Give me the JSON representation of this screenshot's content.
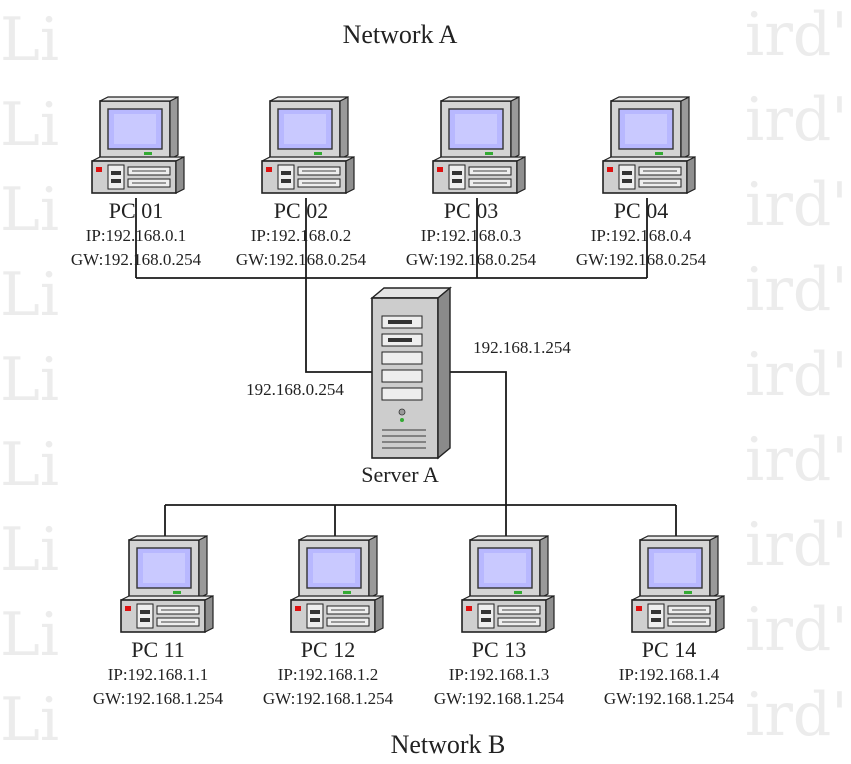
{
  "network_a": {
    "title": "Network A",
    "pcs": [
      {
        "name": "PC 01",
        "ip": "IP:192.168.0.1",
        "gw": "GW:192.168.0.254"
      },
      {
        "name": "PC 02",
        "ip": "IP:192.168.0.2",
        "gw": "GW:192.168.0.254"
      },
      {
        "name": "PC 03",
        "ip": "IP:192.168.0.3",
        "gw": "GW:192.168.0.254"
      },
      {
        "name": "PC 04",
        "ip": "IP:192.168.0.4",
        "gw": "GW:192.168.0.254"
      }
    ]
  },
  "network_b": {
    "title": "Network B",
    "pcs": [
      {
        "name": "PC 11",
        "ip": "IP:192.168.1.1",
        "gw": "GW:192.168.1.254"
      },
      {
        "name": "PC 12",
        "ip": "IP:192.168.1.2",
        "gw": "GW:192.168.1.254"
      },
      {
        "name": "PC 13",
        "ip": "IP:192.168.1.3",
        "gw": "GW:192.168.1.254"
      },
      {
        "name": "PC 14",
        "ip": "IP:192.168.1.4",
        "gw": "GW:192.168.1.254"
      }
    ]
  },
  "server": {
    "name": "Server A",
    "interface_a": "192.168.0.254",
    "interface_b": "192.168.1.254"
  },
  "colors": {
    "line": "#1a1a1a",
    "screen": "#b8b8ff",
    "case": "#cfcfcf",
    "watermark": "#ececec"
  },
  "icons": {
    "pc": "desktop-computer-icon",
    "server": "tower-server-icon"
  }
}
